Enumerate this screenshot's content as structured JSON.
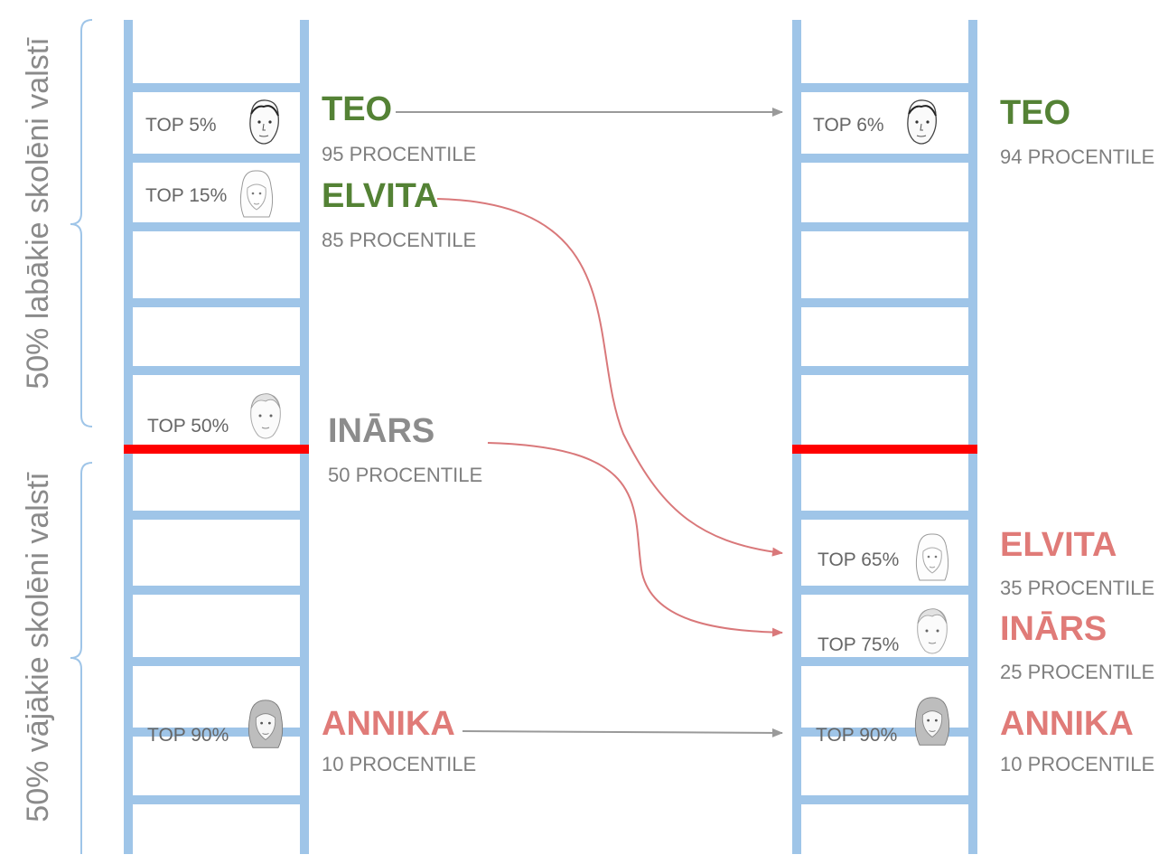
{
  "colors": {
    "ladder": "#9fc5e8",
    "cutoff": "#ff0000",
    "good": "#548235",
    "bad": "#e07b78",
    "neutral": "#8c8c8c",
    "arrow_gray": "#9a9a9a",
    "arrow_red": "#d9787a",
    "brace": "#9fc5e8"
  },
  "side_labels": {
    "top_half": "50% labākie skolēni valstī",
    "bottom_half": "50% vājākie skolēni valstī"
  },
  "left_ladder": {
    "students": [
      {
        "name": "TEO",
        "tag": "TOP 5%",
        "percentile": "95 PROCENTILE",
        "name_color": "good",
        "face": "male-face-icon"
      },
      {
        "name": "ELVITA",
        "tag": "TOP 15%",
        "percentile": "85 PROCENTILE",
        "name_color": "good",
        "face": "female-face-icon"
      },
      {
        "name": "INĀRS",
        "tag": "TOP 50%",
        "percentile": "50 PROCENTILE",
        "name_color": "neutral",
        "face": "boy-face-icon"
      },
      {
        "name": "ANNIKA",
        "tag": "TOP 90%",
        "percentile": "10 PROCENTILE",
        "name_color": "bad",
        "face": "girl-face-icon"
      }
    ]
  },
  "right_ladder": {
    "students": [
      {
        "name": "TEO",
        "tag": "TOP 6%",
        "percentile": "94 PROCENTILE",
        "name_color": "good",
        "face": "male-face-icon"
      },
      {
        "name": "ELVITA",
        "tag": "TOP 65%",
        "percentile": "35 PROCENTILE",
        "name_color": "bad",
        "face": "female-face-icon"
      },
      {
        "name": "INĀRS",
        "tag": "TOP 75%",
        "percentile": "25 PROCENTILE",
        "name_color": "bad",
        "face": "boy-face-icon"
      },
      {
        "name": "ANNIKA",
        "tag": "TOP 90%",
        "percentile": "10 PROCENTILE",
        "name_color": "bad",
        "face": "girl-face-icon"
      }
    ]
  }
}
